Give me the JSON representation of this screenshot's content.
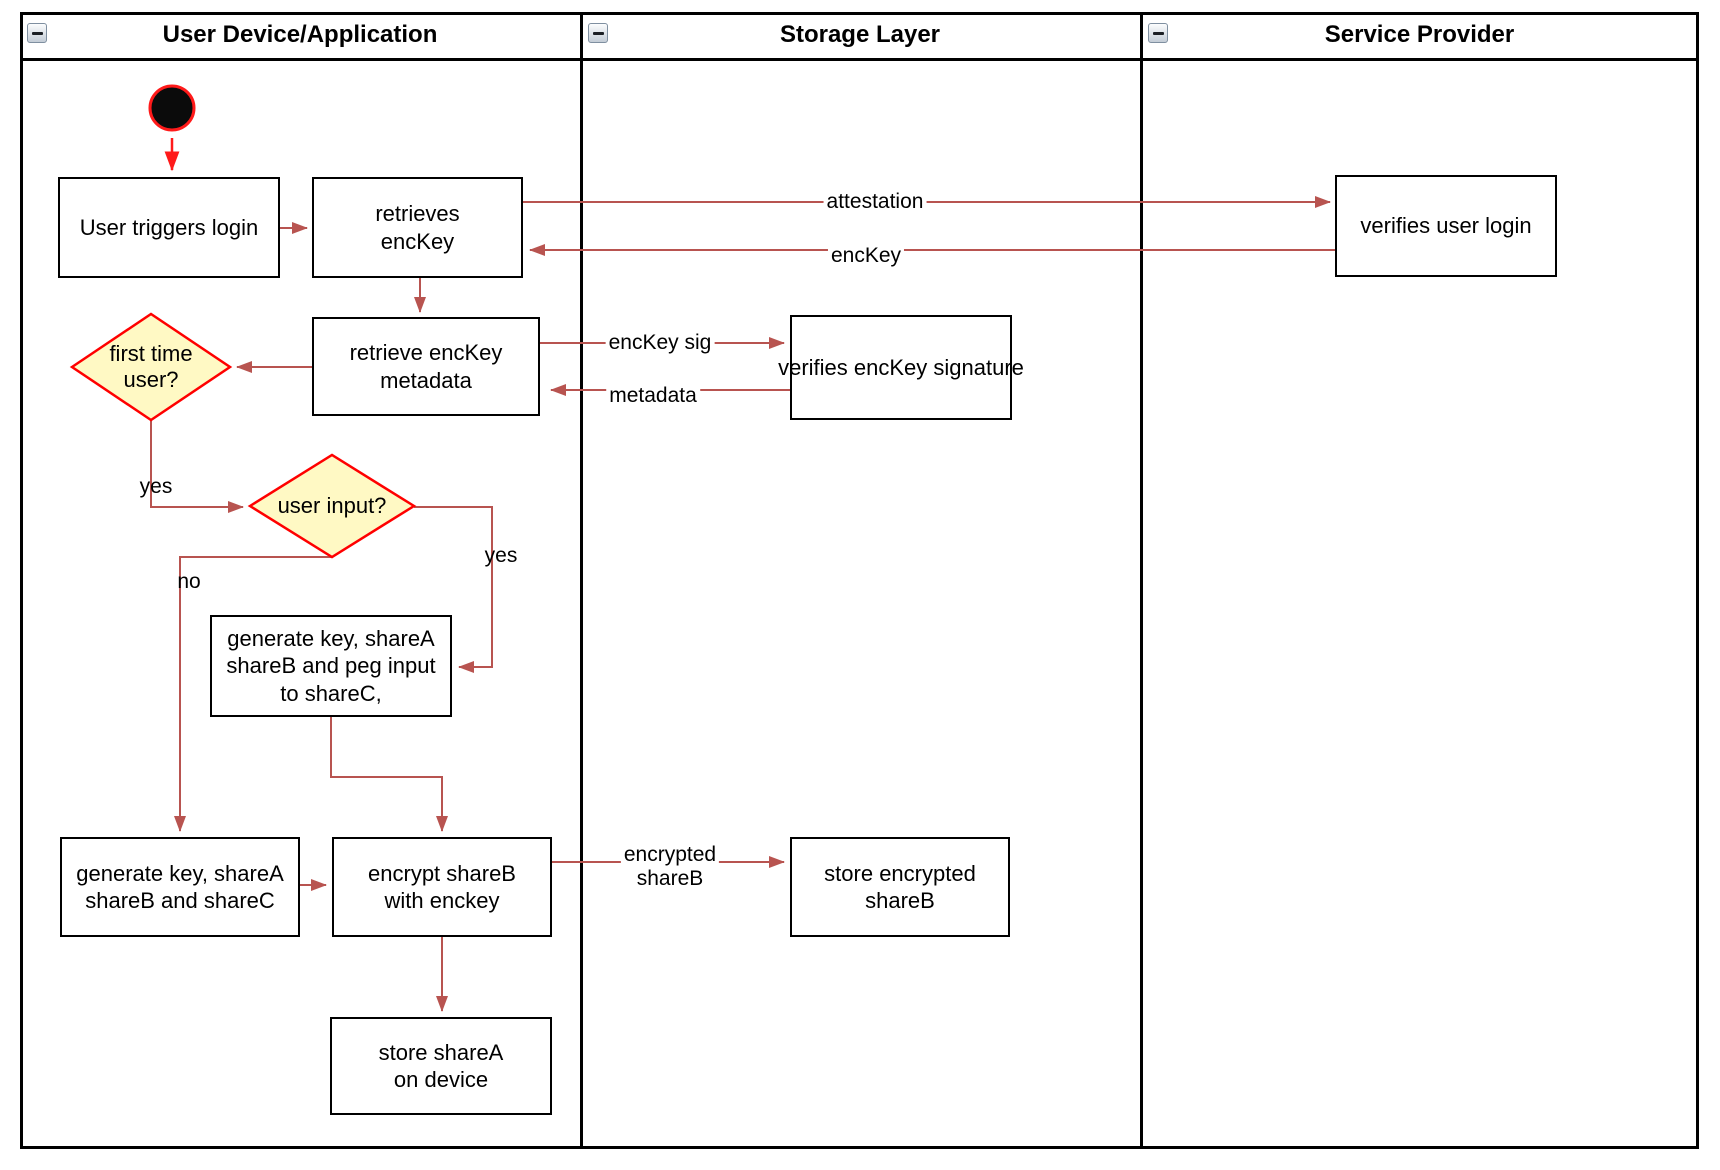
{
  "pool": {
    "lanes": [
      {
        "title": "User Device/Application"
      },
      {
        "title": "Storage Layer"
      },
      {
        "title": "Service Provider"
      }
    ]
  },
  "nodes": {
    "user_triggers_login": "User triggers login",
    "retrieves_enckey": "retrieves\nencKey",
    "verifies_user_login": "verifies user login",
    "retrieve_enckey_metadata": "retrieve encKey\nmetadata",
    "verifies_enckey_signature": "verifies encKey signature",
    "first_time_user": "first time\nuser?",
    "user_input": "user input?",
    "generate_key_peg_input": "generate key, shareA\nshareB and peg input\nto shareC,",
    "generate_key_sharec": "generate key, shareA\nshareB and shareC",
    "encrypt_shareb": "encrypt shareB\nwith enckey",
    "store_encrypted_shareb": "store encrypted\nshareB",
    "store_sharea": "store shareA\non device"
  },
  "edge_labels": {
    "attestation": "attestation",
    "enckey": "encKey",
    "enckey_sig": "encKey sig",
    "metadata": "metadata",
    "yes_first_time": "yes",
    "yes_user_input": "yes",
    "no_user_input": "no"
  },
  "colors": {
    "connector": "#B85450",
    "start_arrow": "#FF1A1A",
    "diamond_border": "#FF0000",
    "diamond_fill": "#FFF9C4",
    "shape_border": "#000000",
    "lane_border": "#000000"
  }
}
